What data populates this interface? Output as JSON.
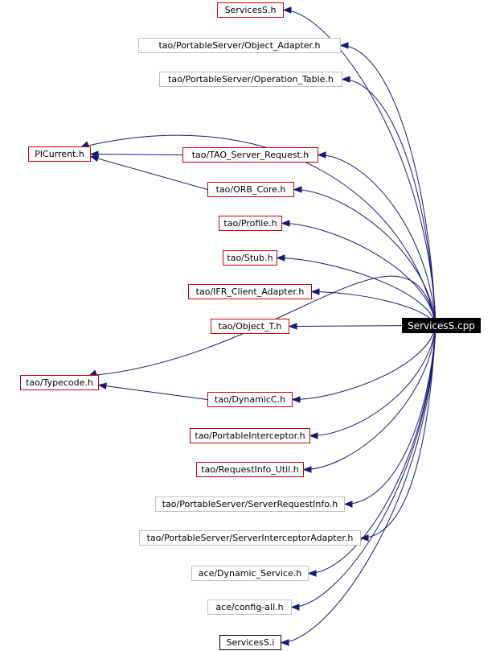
{
  "colors": {
    "edge": "#191970",
    "border_documented": "#cc0000",
    "border_undocumented": "#bfbfbf",
    "border_plain": "#000000",
    "root_fill": "#000000",
    "root_text": "#ffffff"
  },
  "root": {
    "id": "root",
    "label": "ServicesS.cpp"
  },
  "nodes": [
    {
      "id": "n1",
      "label": "ServicesS.h",
      "style": "red"
    },
    {
      "id": "n2",
      "label": "tao/PortableServer/Object_Adapter.h",
      "style": "gray"
    },
    {
      "id": "n3",
      "label": "tao/PortableServer/Operation_Table.h",
      "style": "gray"
    },
    {
      "id": "n4",
      "label": "PICurrent.h",
      "style": "red"
    },
    {
      "id": "n5",
      "label": "tao/TAO_Server_Request.h",
      "style": "red"
    },
    {
      "id": "n6",
      "label": "tao/ORB_Core.h",
      "style": "red"
    },
    {
      "id": "n7",
      "label": "tao/Profile.h",
      "style": "red"
    },
    {
      "id": "n8",
      "label": "tao/Stub.h",
      "style": "red"
    },
    {
      "id": "n9",
      "label": "tao/IFR_Client_Adapter.h",
      "style": "red"
    },
    {
      "id": "n10",
      "label": "tao/Object_T.h",
      "style": "red"
    },
    {
      "id": "n11",
      "label": "tao/Typecode.h",
      "style": "red"
    },
    {
      "id": "n12",
      "label": "tao/DynamicC.h",
      "style": "red"
    },
    {
      "id": "n13",
      "label": "tao/PortableInterceptor.h",
      "style": "red"
    },
    {
      "id": "n14",
      "label": "tao/RequestInfo_Util.h",
      "style": "red"
    },
    {
      "id": "n15",
      "label": "tao/PortableServer/ServerRequestInfo.h",
      "style": "gray"
    },
    {
      "id": "n16",
      "label": "tao/PortableServer/ServerInterceptorAdapter.h",
      "style": "gray"
    },
    {
      "id": "n17",
      "label": "ace/Dynamic_Service.h",
      "style": "gray"
    },
    {
      "id": "n18",
      "label": "ace/config-all.h",
      "style": "gray"
    },
    {
      "id": "n19",
      "label": "ServicesS.i",
      "style": "black"
    }
  ],
  "edges": [
    {
      "from": "root",
      "to": "n1"
    },
    {
      "from": "root",
      "to": "n2"
    },
    {
      "from": "root",
      "to": "n3"
    },
    {
      "from": "root",
      "to": "n4"
    },
    {
      "from": "root",
      "to": "n5"
    },
    {
      "from": "root",
      "to": "n6"
    },
    {
      "from": "root",
      "to": "n7"
    },
    {
      "from": "root",
      "to": "n8"
    },
    {
      "from": "root",
      "to": "n9"
    },
    {
      "from": "root",
      "to": "n10"
    },
    {
      "from": "root",
      "to": "n11"
    },
    {
      "from": "root",
      "to": "n12"
    },
    {
      "from": "root",
      "to": "n13"
    },
    {
      "from": "root",
      "to": "n14"
    },
    {
      "from": "root",
      "to": "n15"
    },
    {
      "from": "root",
      "to": "n16"
    },
    {
      "from": "root",
      "to": "n17"
    },
    {
      "from": "root",
      "to": "n18"
    },
    {
      "from": "root",
      "to": "n19"
    },
    {
      "from": "n5",
      "to": "n4"
    },
    {
      "from": "n6",
      "to": "n4"
    },
    {
      "from": "n12",
      "to": "n11"
    }
  ]
}
